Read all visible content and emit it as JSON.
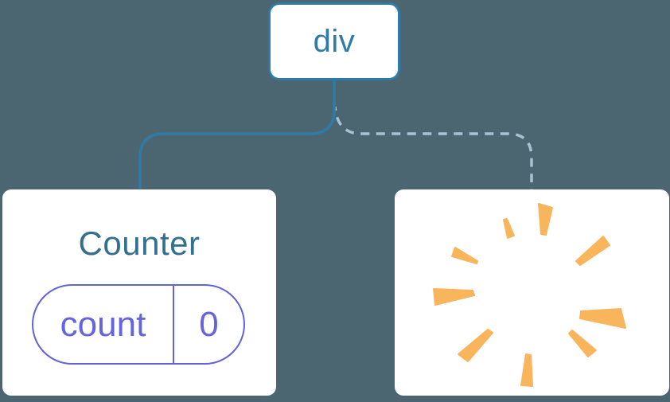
{
  "diagram": {
    "description": "React component tree: div parent keeps Counter child with state, second child removed (poof)",
    "background_color": "#4c6671",
    "card_color": "#ffffff"
  },
  "tree": {
    "root": {
      "label": "div",
      "border_color": "#2f7ba6",
      "text_color": "#2f7ba6"
    },
    "counter": {
      "title": "Counter",
      "title_color": "#33708f",
      "state": {
        "key": "count",
        "value": "0",
        "accent_color": "#6464dc",
        "border_color": "#6262d9"
      }
    },
    "removed": {
      "icon": "poof-icon",
      "poof_color": "#f8b55c"
    }
  },
  "connectors": [
    {
      "from": "div",
      "to": "Counter",
      "style": "solid",
      "color": "#2f7ba6"
    },
    {
      "from": "div",
      "to": "removed",
      "style": "dashed",
      "color": "#a6c3d4"
    }
  ]
}
